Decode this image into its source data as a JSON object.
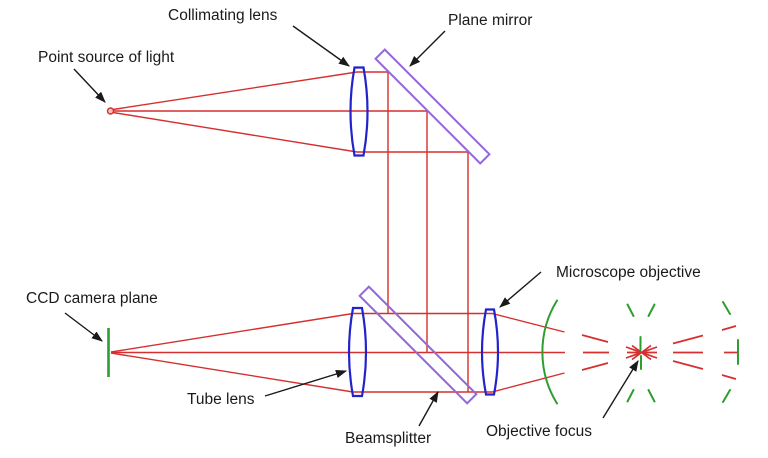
{
  "diagram": {
    "labels": {
      "point_source": "Point source of light",
      "collimating_lens": "Collimating lens",
      "plane_mirror": "Plane mirror",
      "ccd_camera_plane": "CCD camera plane",
      "tube_lens": "Tube lens",
      "beamsplitter": "Beamsplitter",
      "microscope_objective": "Microscope objective",
      "objective_focus": "Objective focus"
    },
    "colors": {
      "ray": "#d62f2f",
      "lens_outline": "#2323cc",
      "mirror_outline": "#9468d8",
      "wavefront": "#2e9d32",
      "annotation": "#1a1a1a",
      "background": "#ffffff"
    }
  }
}
